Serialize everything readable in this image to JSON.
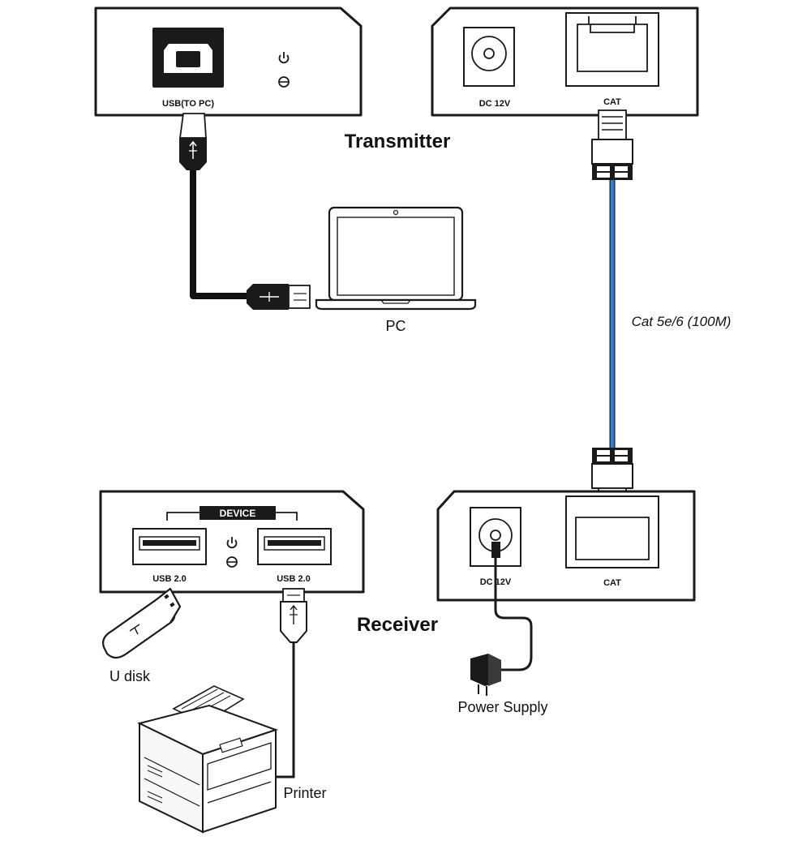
{
  "diagram": {
    "transmitter": {
      "title": "Transmitter",
      "usb_port_label": "USB(TO PC)",
      "dc_label": "DC 12V",
      "cat_label": "CAT"
    },
    "receiver": {
      "title": "Receiver",
      "device_header": "DEVICE",
      "usb_port_1_label": "USB 2.0",
      "usb_port_2_label": "USB 2.0",
      "dc_label": "DC 12V",
      "cat_label": "CAT"
    },
    "cable_label": "Cat 5e/6 (100M)",
    "devices": {
      "pc": "PC",
      "u_disk": "U disk",
      "printer": "Printer",
      "power_supply": "Power Supply"
    },
    "colors": {
      "cat_cable": "#2f7fd0",
      "outline": "#1a1a1a"
    },
    "icons": [
      "power-icon",
      "mouse-icon",
      "usb-icon",
      "rj45-icon",
      "laptop-icon",
      "usb-stick-icon",
      "printer-icon",
      "power-adapter-icon"
    ]
  }
}
